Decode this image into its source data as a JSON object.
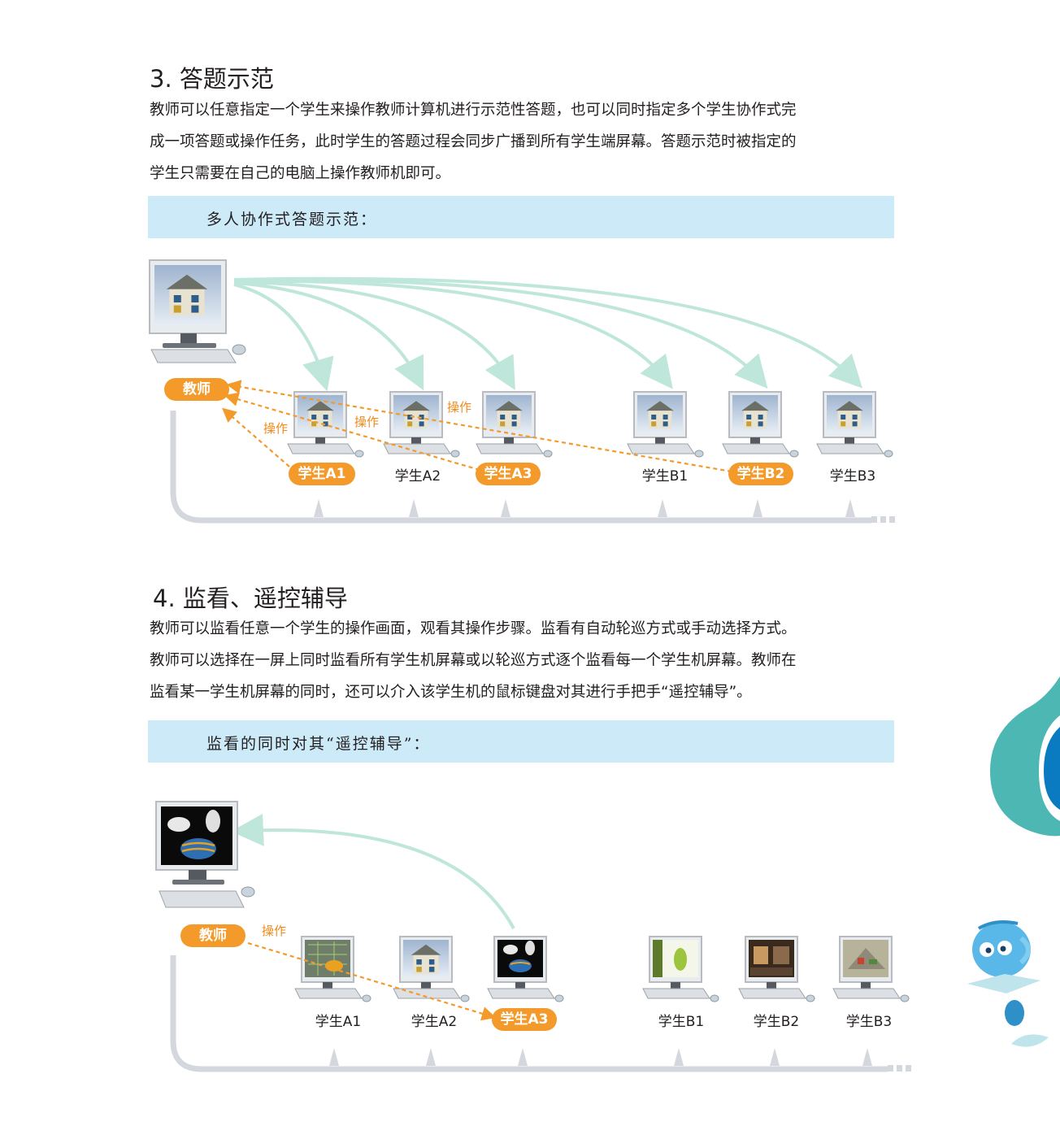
{
  "section3": {
    "title": "3.  答题示范",
    "paragraph": [
      "教师可以任意指定一个学生来操作教师计算机进行示范性答题，也可以同时指定多个学生协作式完",
      "成一项答题或操作任务，此时学生的答题过程会同步广播到所有学生端屏幕。答题示范时被指定的",
      "学生只需要在自己的电脑上操作教师机即可。"
    ],
    "banner": "多人协作式答题示范：",
    "teacher_label": "教师",
    "operate_label": "操作",
    "students": [
      {
        "name": "学生A1",
        "highlighted": true
      },
      {
        "name": "学生A2",
        "highlighted": false
      },
      {
        "name": "学生A3",
        "highlighted": true
      },
      {
        "name": "学生B1",
        "highlighted": false
      },
      {
        "name": "学生B2",
        "highlighted": true
      },
      {
        "name": "学生B3",
        "highlighted": false
      }
    ]
  },
  "section4": {
    "title": "4.  监看、遥控辅导",
    "paragraph": [
      "教师可以监看任意一个学生的操作画面，观看其操作步骤。监看有自动轮巡方式或手动选择方式。",
      "教师可以选择在一屏上同时监看所有学生机屏幕或以轮巡方式逐个监看每一个学生机屏幕。教师在",
      "监看某一学生机屏幕的同时，还可以介入该学生机的鼠标键盘对其进行手把手“遥控辅导”。"
    ],
    "banner": "监看的同时对其“遥控辅导”：",
    "teacher_label": "教师",
    "operate_label": "操作",
    "students": [
      {
        "name": "学生A1",
        "highlighted": false
      },
      {
        "name": "学生A2",
        "highlighted": false
      },
      {
        "name": "学生A3",
        "highlighted": true
      },
      {
        "name": "学生B1",
        "highlighted": false
      },
      {
        "name": "学生B2",
        "highlighted": false
      },
      {
        "name": "学生B3",
        "highlighted": false
      }
    ]
  },
  "colors": {
    "orange": "#f39a2b",
    "banner": "#cdeaf8",
    "arrow_teal": "#bfe6da",
    "rail": "#d4d7dd",
    "teal_deco": "#4db7b4",
    "blue_deco": "#0b7bc1"
  }
}
